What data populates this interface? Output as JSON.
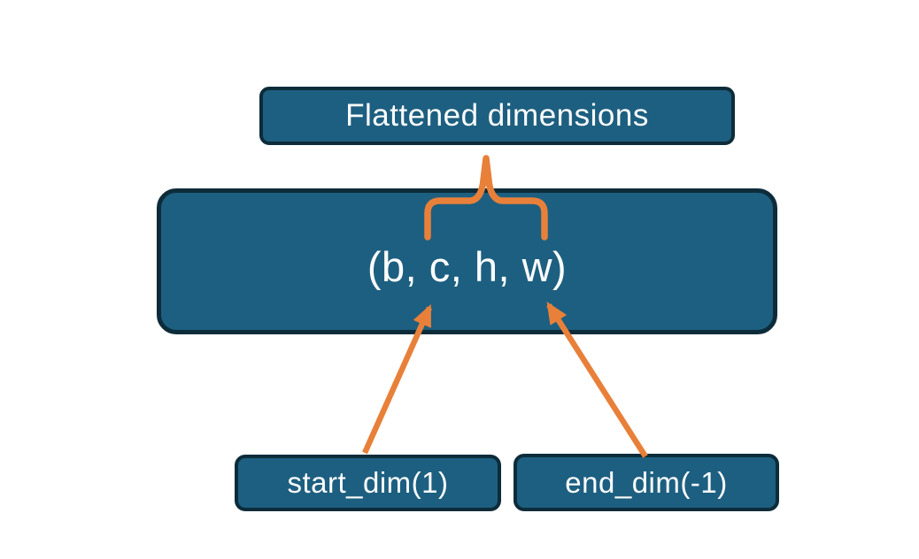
{
  "diagram": {
    "title_box": {
      "label": "Flattened dimensions"
    },
    "tensor_box": {
      "label": "(b, c, h, w)"
    },
    "start_dim_box": {
      "label": "start_dim(1)"
    },
    "end_dim_box": {
      "label": "end_dim(-1)"
    },
    "connectors": {
      "brace": "groups the c and h dimensions of (b, c, h, w) under Flattened dimensions",
      "start_dim_arrow": "points from start_dim(1) to dimension c",
      "end_dim_arrow": "points from end_dim(-1) to dimension w"
    },
    "colors": {
      "background": "#ffffff",
      "box_fill": "#1d5f80",
      "box_border": "#0d2c3a",
      "text": "#fdfdfd",
      "connector": "#e8803a"
    }
  }
}
